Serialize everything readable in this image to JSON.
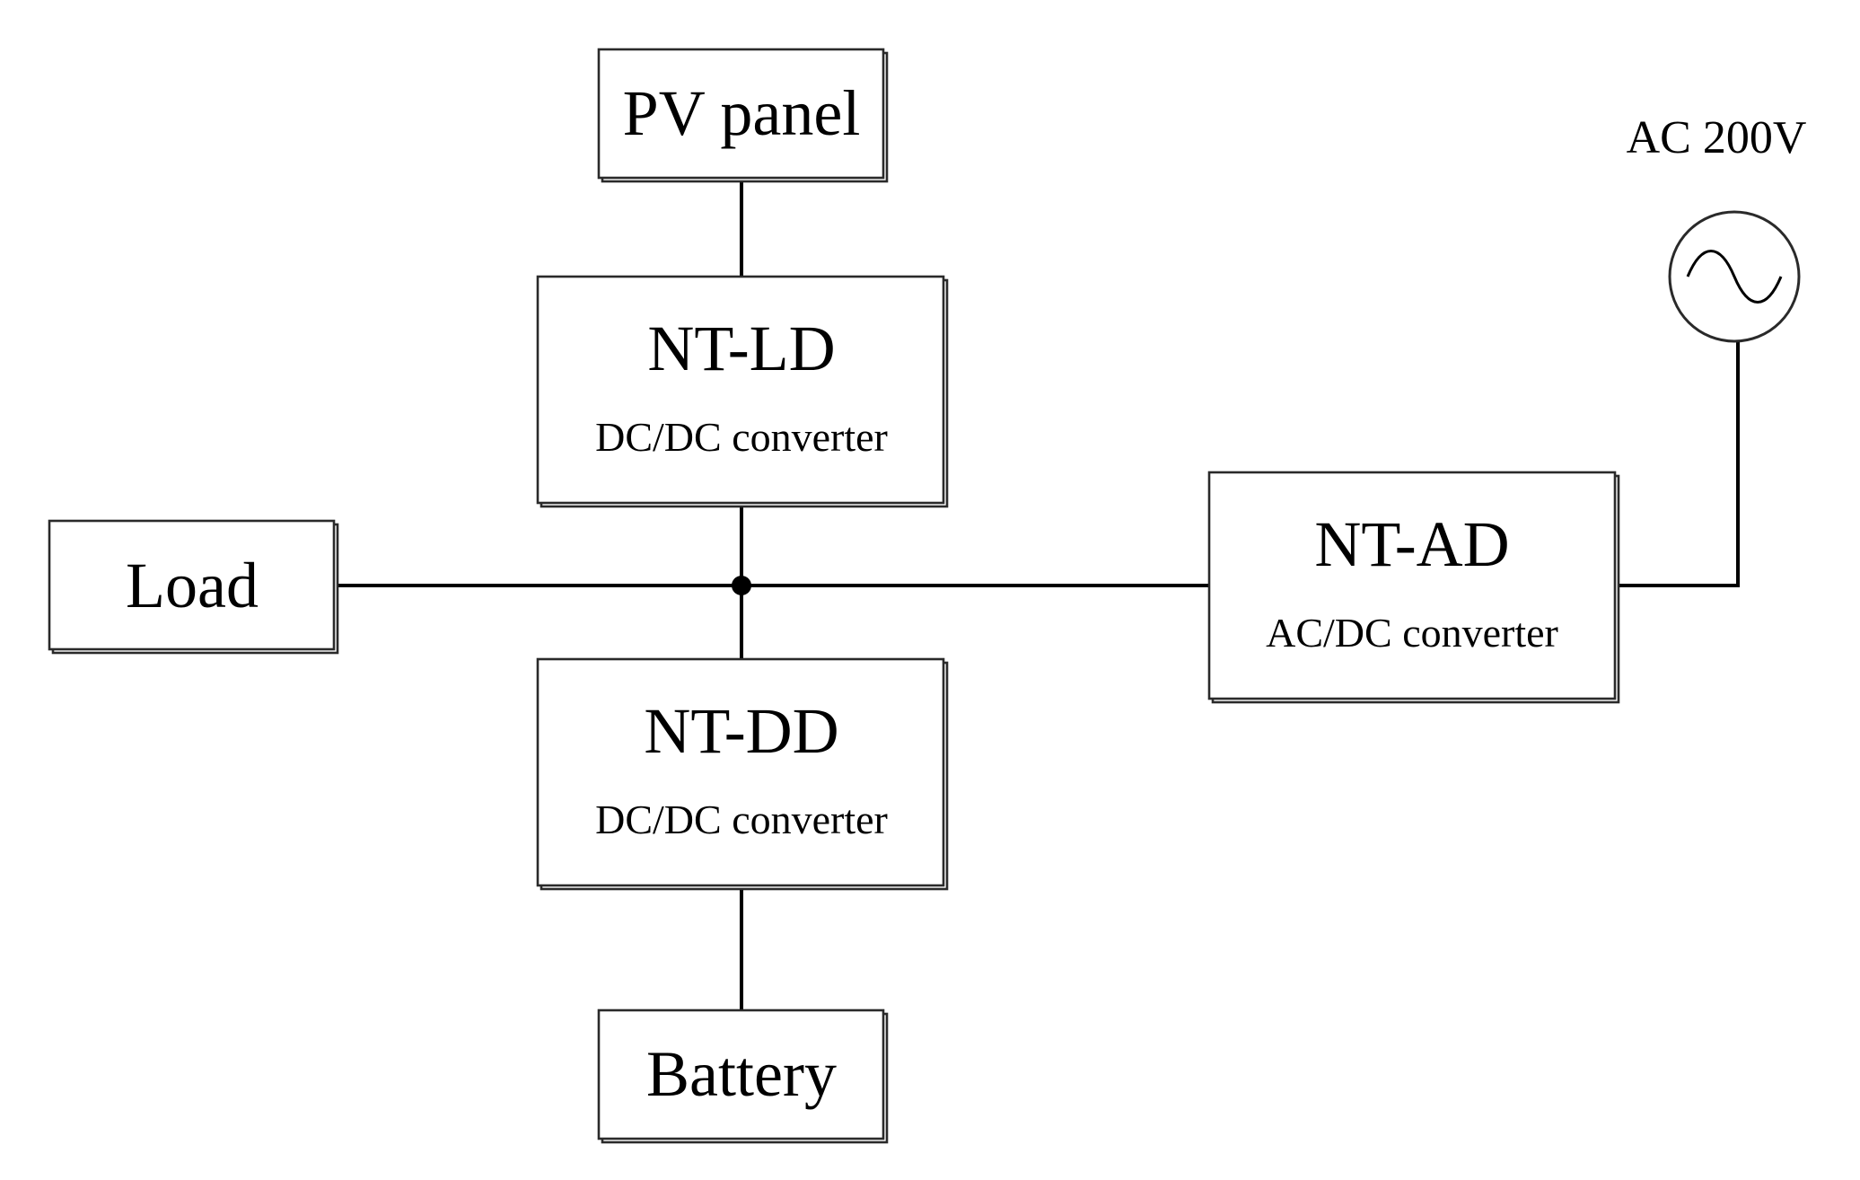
{
  "blocks": {
    "pv_panel": {
      "label": "PV panel"
    },
    "nt_ld": {
      "title": "NT-LD",
      "subtitle": "DC/DC converter"
    },
    "load": {
      "label": "Load"
    },
    "nt_dd": {
      "title": "NT-DD",
      "subtitle": "DC/DC converter"
    },
    "battery": {
      "label": "Battery"
    },
    "nt_ad": {
      "title": "NT-AD",
      "subtitle": "AC/DC converter"
    }
  },
  "ac_source": {
    "label": "AC 200V",
    "symbol": "sine-wave-icon"
  },
  "connections": [
    [
      "pv_panel",
      "nt_ld"
    ],
    [
      "nt_ld",
      "dc_bus"
    ],
    [
      "load",
      "dc_bus"
    ],
    [
      "nt_dd",
      "dc_bus"
    ],
    [
      "nt_dd",
      "battery"
    ],
    [
      "nt_ad",
      "dc_bus"
    ],
    [
      "nt_ad",
      "ac_source"
    ]
  ]
}
